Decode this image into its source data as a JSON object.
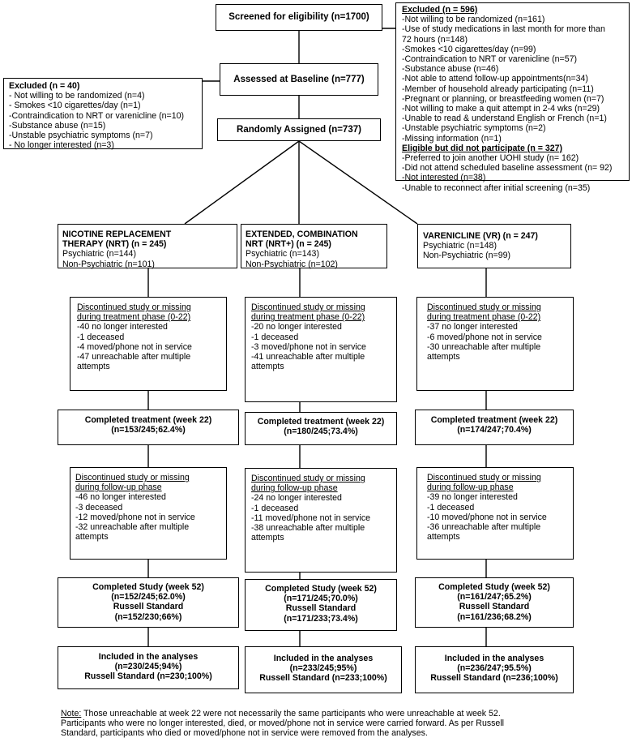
{
  "top": {
    "screened": "Screened for eligibility (n=1700)",
    "assessed": "Assessed at Baseline (n=777)",
    "randomized": "Randomly Assigned (n=737)"
  },
  "excluded_left": {
    "title": "Excluded (n = 40)",
    "items": [
      "- Not willing to be randomized (n=4)",
      "- Smokes <10 cigarettes/day (n=1)",
      "-Contraindication to NRT or varenicline (n=10)",
      "-Substance abuse (n=15)",
      "-Unstable psychiatric symptoms (n=7)",
      "- No longer interested (n=3)"
    ]
  },
  "excluded_right": {
    "title": "Excluded (n = 596)",
    "items": [
      "-Not willing to be randomized (n=161)",
      "-Use of study medications in last month for more than",
      "72 hours (n=148)",
      "-Smokes <10 cigarettes/day (n=99)",
      "-Contraindication to NRT or varenicline (n=57)",
      "-Substance abuse (n=46)",
      "-Not able to attend follow-up appointments(n=34)",
      "-Member of household already participating (n=11)",
      "-Pregnant or planning, or breastfeeding women (n=7)",
      "-Not willing to make a quit attempt in 2-4 wks (n=29)",
      "-Unable to read & understand English or French (n=1)",
      "-Unstable psychiatric symptoms (n=2)",
      "-Missing information (n=1)"
    ],
    "eligible_title": "Eligible but did not participate (n = 327)",
    "eligible_items": [
      "-Preferred to join another UOHI study (n= 162)",
      "-Did not attend scheduled baseline assessment (n= 92)",
      "-Not interested (n=38)",
      "-Unable to reconnect after initial screening (n=35)"
    ]
  },
  "arms": [
    {
      "name_lines": [
        "NICOTINE REPLACEMENT",
        "THERAPY (NRT) (n = 245)"
      ],
      "psych": "Psychiatric (n=144)",
      "nonpsych": "Non-Psychiatric (n=101)",
      "disc_treat_title": [
        "Discontinued study or missing",
        "during treatment phase (0-22)"
      ],
      "disc_treat_items": [
        "-40 no longer interested",
        "-1 deceased",
        "-4 moved/phone not in service",
        "-47 unreachable after multiple",
        "attempts"
      ],
      "completed_treat": [
        "Completed treatment (week 22)",
        "(n=153/245;62.4%)"
      ],
      "disc_fu_title": [
        "Discontinued study or missing",
        "during follow-up phase"
      ],
      "disc_fu_items": [
        "-46 no longer interested",
        "-3 deceased",
        "-12 moved/phone not in service",
        "-32 unreachable after multiple",
        "attempts"
      ],
      "completed_study": [
        "Completed Study (week 52)",
        "(n=152/245;62.0%)",
        "Russell Standard",
        "(n=152/230;66%)"
      ],
      "included": [
        "Included in the analyses",
        "(n=230/245;94%)",
        "Russell Standard (n=230;100%)"
      ]
    },
    {
      "name_lines": [
        "EXTENDED, COMBINATION",
        "NRT (NRT+) (n = 245)"
      ],
      "psych": "Psychiatric (n=143)",
      "nonpsych": "Non-Psychiatric (n=102)",
      "disc_treat_title": [
        "Discontinued study or missing",
        "during treatment phase (0-22)"
      ],
      "disc_treat_items": [
        "-20 no longer interested",
        "-1 deceased",
        "-3 moved/phone not in service",
        "-41 unreachable after multiple",
        "attempts"
      ],
      "completed_treat": [
        "Completed treatment (week 22)",
        "(n=180/245;73.4%)"
      ],
      "disc_fu_title": [
        "Discontinued study or missing",
        "during follow-up phase"
      ],
      "disc_fu_items": [
        "-24 no longer interested",
        "-1 deceased",
        "-11 moved/phone not in service",
        "-38 unreachable after multiple",
        "attempts"
      ],
      "completed_study": [
        "Completed Study (week 52)",
        "(n=171/245;70.0%)",
        "Russell Standard",
        "(n=171/233;73.4%)"
      ],
      "included": [
        "Included in the analyses",
        "(n=233/245;95%)",
        "Russell Standard (n=233;100%)"
      ]
    },
    {
      "name_lines": [
        "VARENICLINE (VR) (n = 247)"
      ],
      "psych": "Psychiatric (n=148)",
      "nonpsych": "Non-Psychiatric (n=99)",
      "disc_treat_title": [
        "Discontinued study or missing",
        "during treatment phase (0-22)"
      ],
      "disc_treat_items": [
        "-37 no longer interested",
        "-6 moved/phone not in service",
        "-30 unreachable after multiple",
        "attempts"
      ],
      "completed_treat": [
        "Completed treatment (week 22)",
        "(n=174/247;70.4%)"
      ],
      "disc_fu_title": [
        "Discontinued study or missing",
        "during follow-up phase"
      ],
      "disc_fu_items": [
        "-39 no longer interested",
        "-1 deceased",
        "-10 moved/phone not in service",
        "-36 unreachable after multiple",
        "attempts"
      ],
      "completed_study": [
        "Completed Study (week 52)",
        "(n=161/247;65.2%)",
        "Russell Standard",
        "(n=161/236;68.2%)"
      ],
      "included": [
        "Included in the analyses",
        "(n=236/247;95.5%)",
        "Russell Standard (n=236;100%)"
      ]
    }
  ],
  "note": {
    "label": "Note:",
    "lines": [
      " Those unreachable at week 22 were not necessarily the same participants who were unreachable at week 52.",
      "Participants who were no longer interested, died, or moved/phone not in service were carried forward. As per Russell",
      "Standard, participants who died or moved/phone not in service were removed from the analyses."
    ]
  }
}
